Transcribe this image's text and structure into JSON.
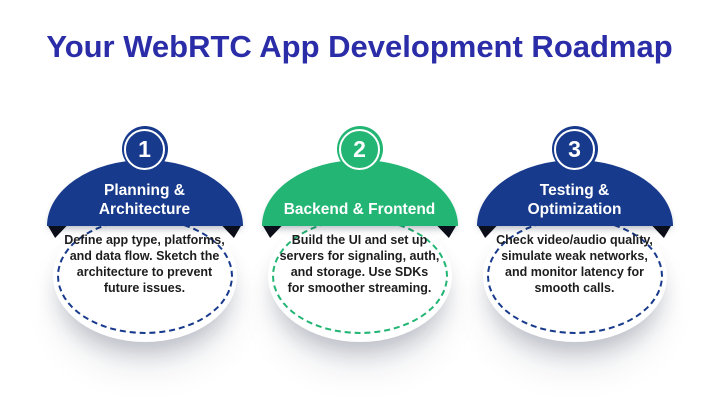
{
  "title": "Your WebRTC App Development Roadmap",
  "colors": {
    "title": "#2b2da8",
    "navy": "#183a8c",
    "green": "#22b573",
    "body_text": "#1d1d1f",
    "triangle": "#0c0f18",
    "background": "#ffffff"
  },
  "cards": [
    {
      "number": "1",
      "theme": "navy",
      "heading": "Planning &\nArchitecture",
      "body": "Define app type, platforms,\nand data flow. Sketch the\narchitecture to prevent\nfuture issues."
    },
    {
      "number": "2",
      "theme": "green",
      "heading": "Backend & Frontend",
      "body": "Build the UI and set up\nservers for signaling, auth,\nand storage. Use SDKs\nfor smoother streaming."
    },
    {
      "number": "3",
      "theme": "navy",
      "heading": "Testing &\nOptimization",
      "body": "Check video/audio quality,\nsimulate weak networks,\nand monitor latency for\nsmooth calls."
    }
  ]
}
